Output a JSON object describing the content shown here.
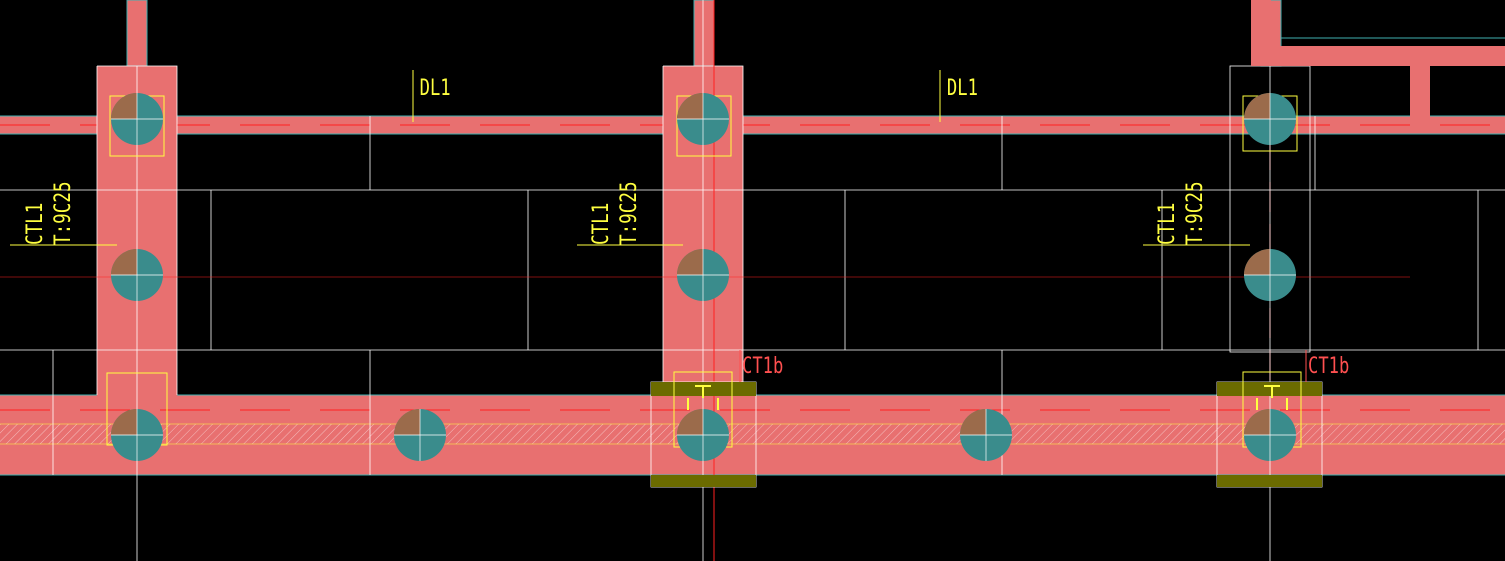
{
  "colors": {
    "background": "#000000",
    "beam_fill": "#e87070",
    "beam_edge": "#3fb0b0",
    "pile_blue": "#3a8c8c",
    "pile_brown": "#9b6b4b",
    "grid_white": "#ffffff",
    "axis_red": "#ff2020",
    "label_yellow": "#ffff40",
    "label_red": "#ff5050",
    "cap_olive": "#6b6b00"
  },
  "labels": {
    "dl1_a": "DL1",
    "dl1_b": "DL1",
    "ctl1_a": "CTL1",
    "ctl1_b": "CTL1",
    "ctl1_c": "CTL1",
    "rebar_a": "T:9C25",
    "rebar_b": "T:9C25",
    "rebar_c": "T:9C25",
    "cap_a": "CT1b",
    "cap_b": "CT1b"
  }
}
